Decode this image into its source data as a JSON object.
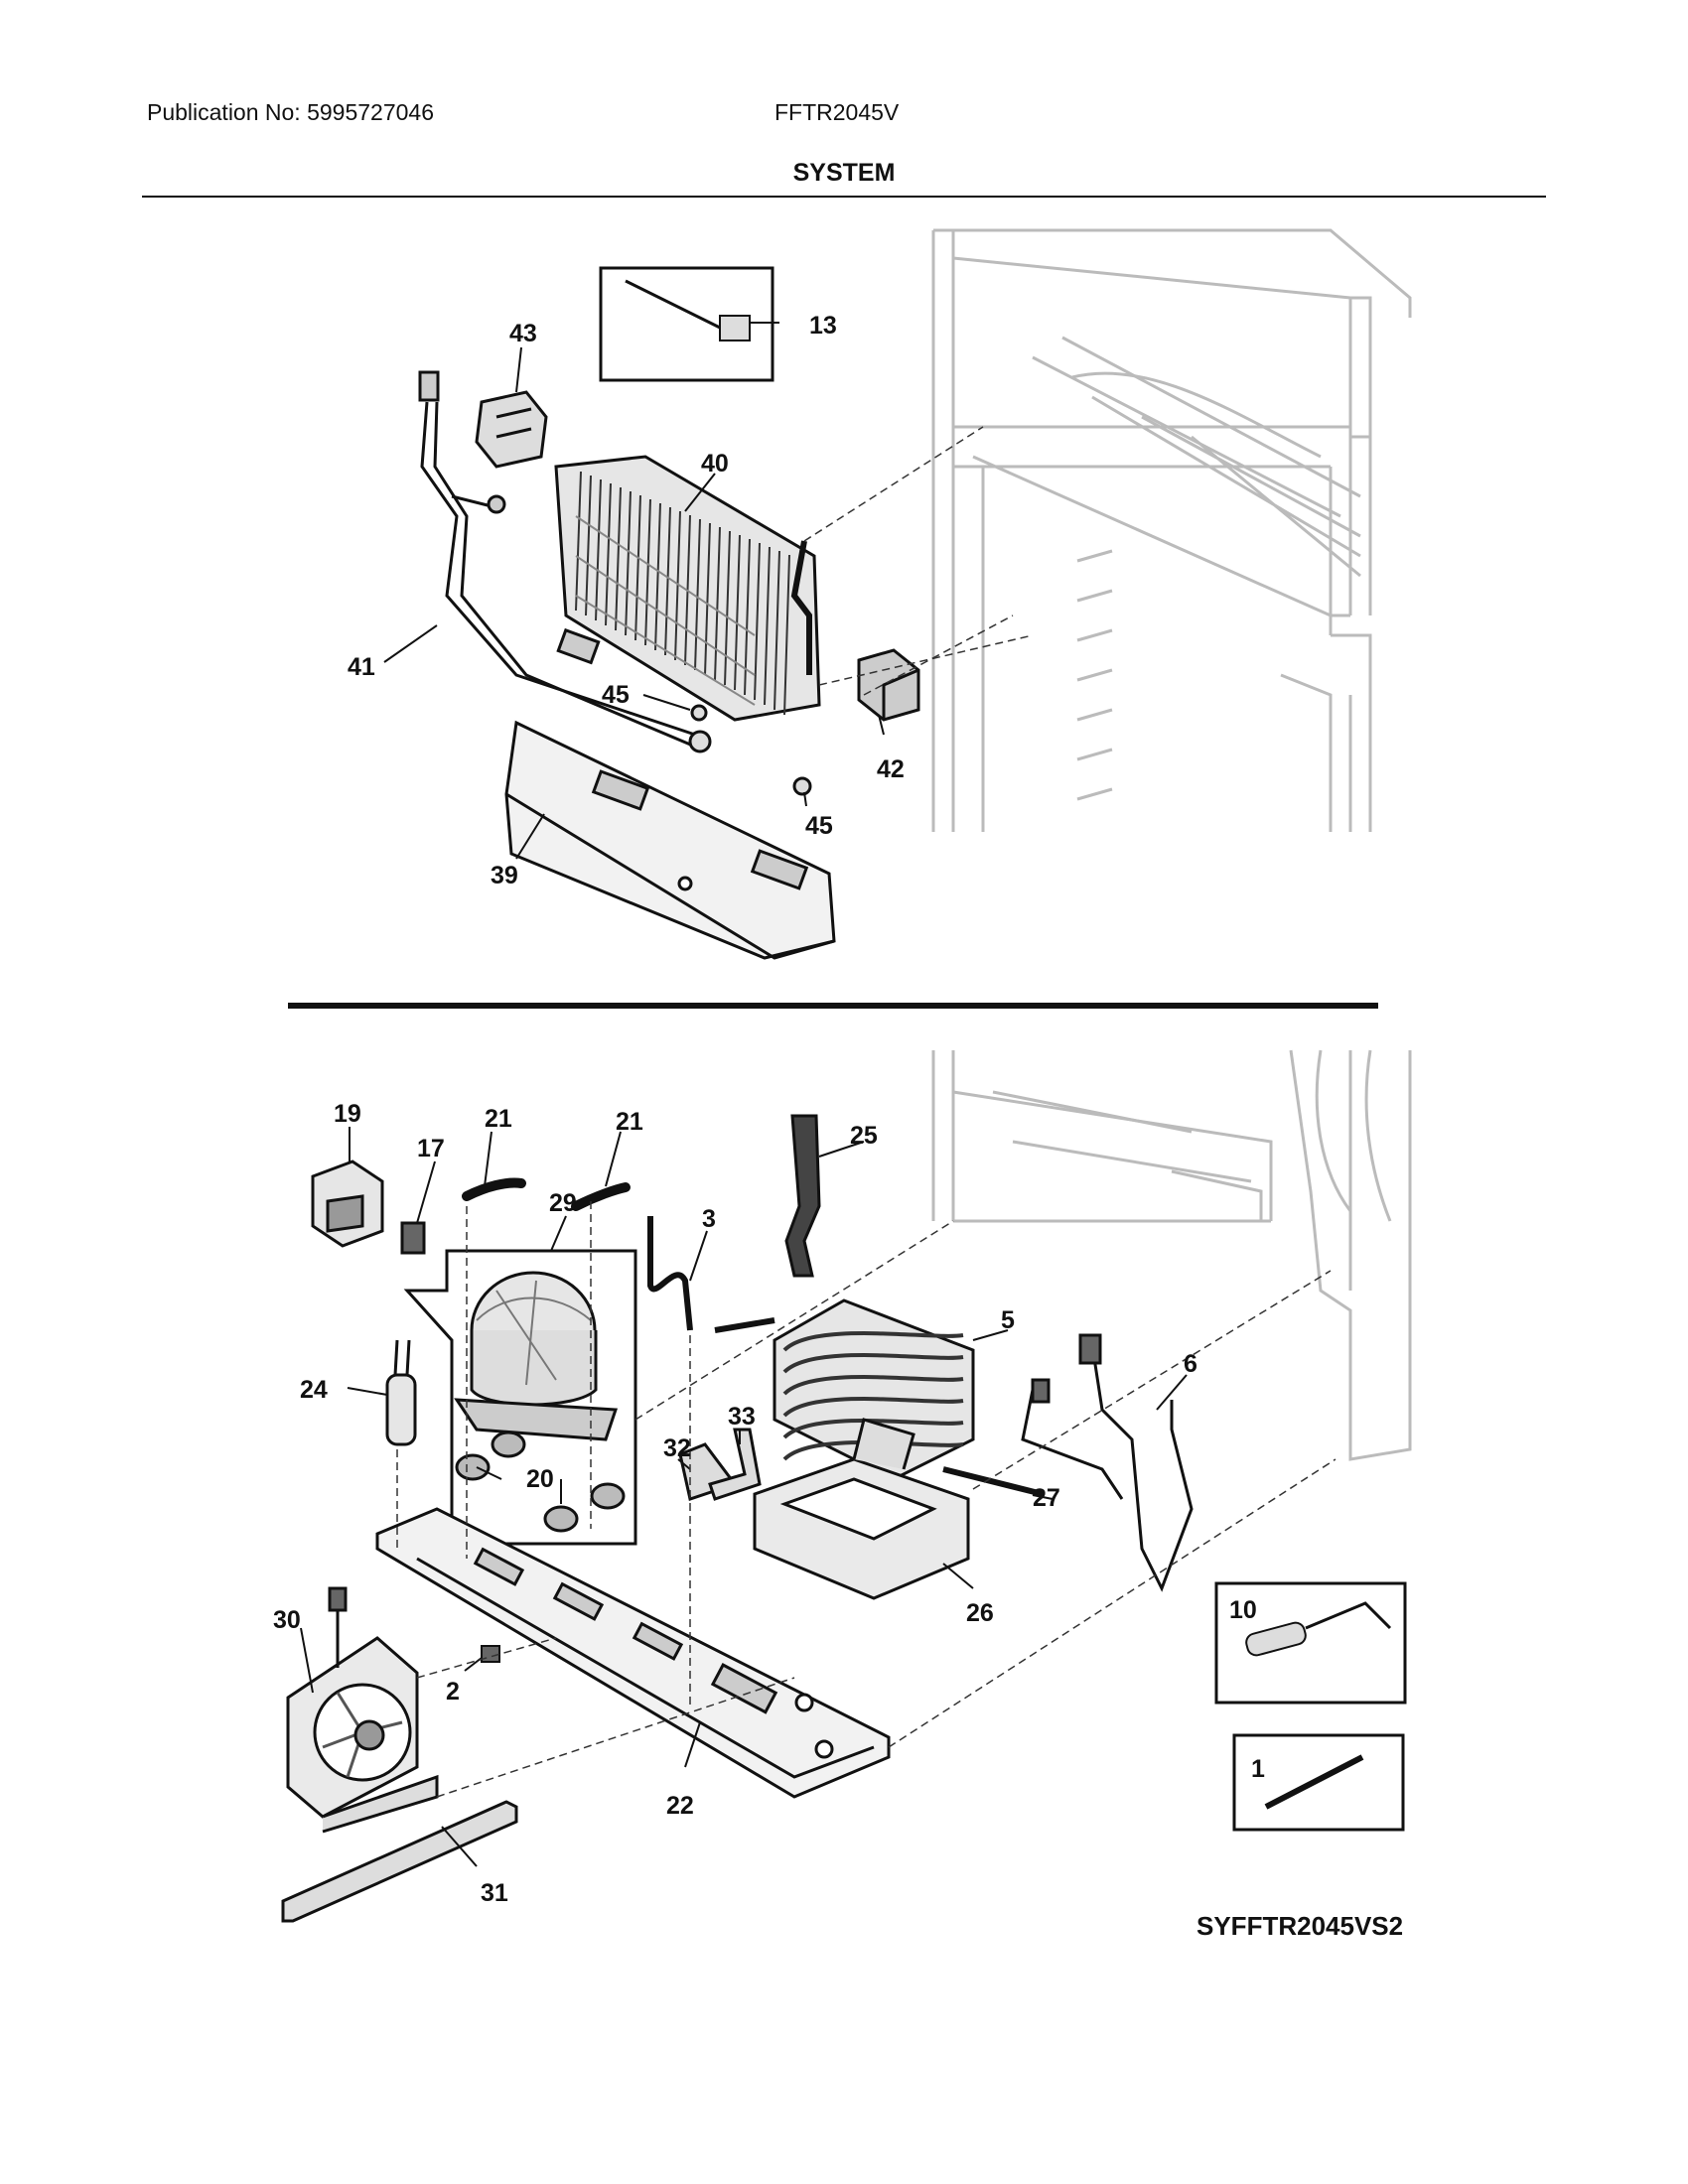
{
  "header": {
    "publication": "Publication No: 5995727046",
    "model": "FFTR2045V",
    "section_title": "SYSTEM"
  },
  "callouts": {
    "p13": "13",
    "p43": "43",
    "p40": "40",
    "p41": "41",
    "p45a": "45",
    "p45b": "45",
    "p42": "42",
    "p39": "39",
    "p19": "19",
    "p21a": "21",
    "p21b": "21",
    "p17": "17",
    "p29": "29",
    "p25": "25",
    "p3": "3",
    "p5": "5",
    "p6": "6",
    "p24": "24",
    "p32": "32",
    "p33": "33",
    "p20": "20",
    "p27": "27",
    "p26": "26",
    "p30": "30",
    "p10": "10",
    "p2": "2",
    "p1": "1",
    "p22": "22",
    "p31": "31"
  },
  "diagram_code": "SYFFTR2045VS2"
}
